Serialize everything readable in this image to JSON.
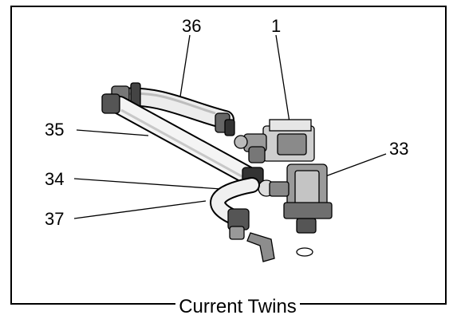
{
  "caption": "Current Twins",
  "callouts": {
    "c36": "36",
    "c1": "1",
    "c35": "35",
    "c33": "33",
    "c34": "34",
    "c37": "37"
  }
}
